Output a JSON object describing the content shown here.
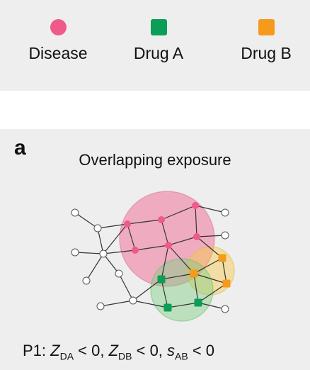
{
  "colors": {
    "disease": "#ef5a8a",
    "drug_a": "#0a9e57",
    "drug_b": "#f59a1a"
  },
  "legend": [
    {
      "label": "Disease",
      "shape": "circle",
      "color": "#ef5a8a"
    },
    {
      "label": "Drug A",
      "shape": "square",
      "color": "#0a9e57"
    },
    {
      "label": "Drug B",
      "shape": "square",
      "color": "#f59a1a"
    }
  ],
  "panel": {
    "letter": "a",
    "title": "Overlapping exposure"
  },
  "condition": {
    "prefix": "P1: ",
    "z1": "Z",
    "z1_sub": "DA",
    "op1": " < 0, ",
    "z2": "Z",
    "z2_sub": "DB",
    "op2": " < 0, ",
    "s": "s",
    "s_sub": "AB",
    "op3": " < 0"
  }
}
